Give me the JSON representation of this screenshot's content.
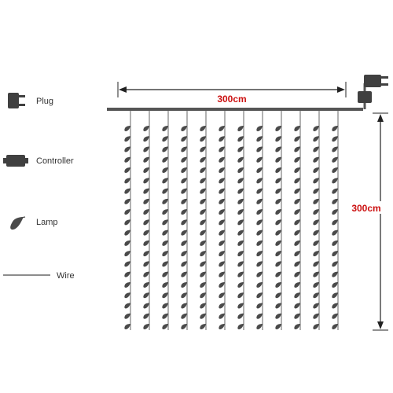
{
  "legend": {
    "plug": "Plug",
    "controller": "Controller",
    "lamp": "Lamp",
    "wire": "Wire"
  },
  "dimensions": {
    "width_label": "300cm",
    "height_label": "300cm"
  },
  "curtain": {
    "strand_count": 12,
    "lamps_per_strand": 20
  },
  "colors": {
    "dimension_text": "#cc1111",
    "component": "#404040",
    "wire": "#666666",
    "lamp": "#4a4a4a"
  }
}
